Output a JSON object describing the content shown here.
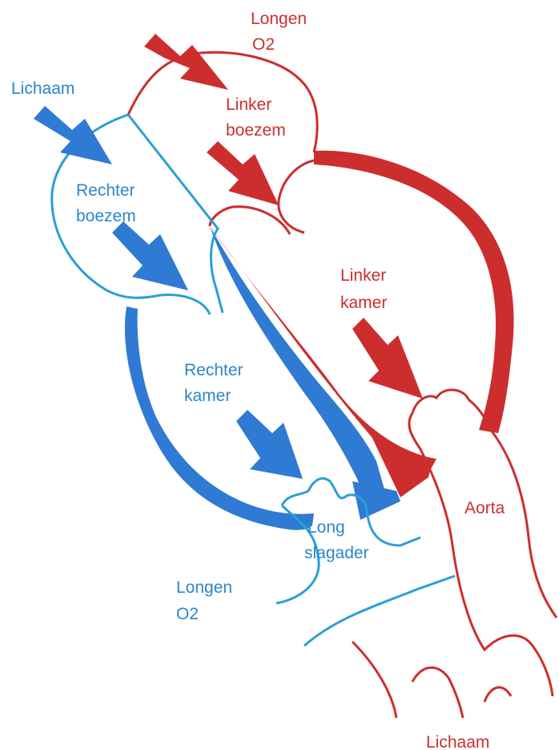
{
  "colors": {
    "arterial_red": "#cc2e2e",
    "venous_blue": "#2f7ad3",
    "light_blue_outline": "#2a9fd6",
    "background": "#ffffff"
  },
  "labels": {
    "longen_top_line1": "Longen",
    "longen_top_line2": "O2",
    "lichaam_top": "Lichaam",
    "linker_boezem_line1": "Linker",
    "linker_boezem_line2": "boezem",
    "rechter_boezem_line1": "Rechter",
    "rechter_boezem_line2": "boezem",
    "linker_kamer_line1": "Linker",
    "linker_kamer_line2": "kamer",
    "rechter_kamer_line1": "Rechter",
    "rechter_kamer_line2": "kamer",
    "aorta": "Aorta",
    "long_slagader_line1": "Long",
    "long_slagader_line2": "slagader",
    "longen_bottom_line1": "Longen",
    "longen_bottom_line2": "O2",
    "lichaam_bottom": "Lichaam"
  },
  "arrows": [
    {
      "name": "arrow-from-longen",
      "color": "red"
    },
    {
      "name": "arrow-into-linker-boezem",
      "color": "red"
    },
    {
      "name": "arrow-into-linker-kamer",
      "color": "red"
    },
    {
      "name": "arrow-from-lichaam",
      "color": "blue"
    },
    {
      "name": "arrow-into-rechter-kamer",
      "color": "blue"
    },
    {
      "name": "arrow-into-long-slagader",
      "color": "blue"
    }
  ]
}
